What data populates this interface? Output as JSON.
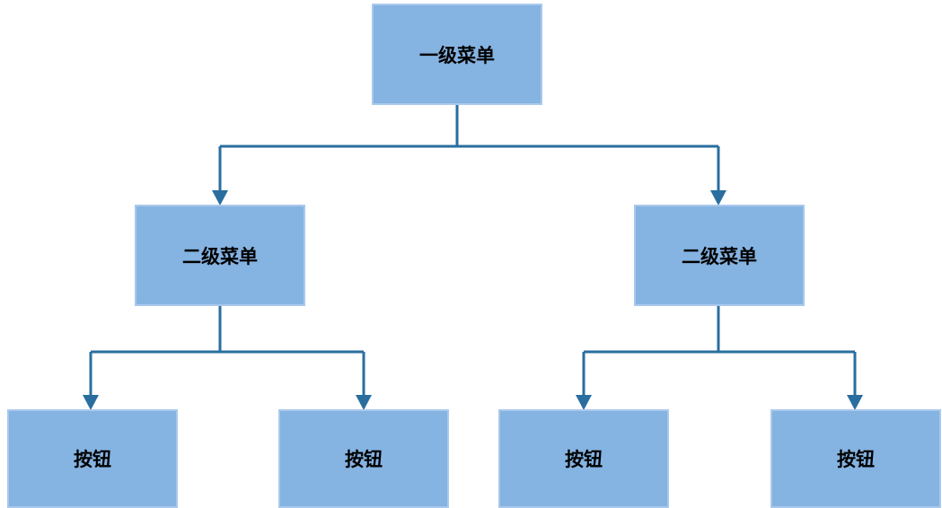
{
  "diagram": {
    "root": {
      "label": "一级菜单"
    },
    "level2": [
      {
        "label": "二级菜单"
      },
      {
        "label": "二级菜单"
      }
    ],
    "buttons": [
      {
        "label": "按钮"
      },
      {
        "label": "按钮"
      },
      {
        "label": "按钮"
      },
      {
        "label": "按钮"
      }
    ],
    "colors": {
      "node_fill": "#85b3e2",
      "node_border": "#a9c9ec",
      "connector": "#2a6e9f"
    }
  }
}
